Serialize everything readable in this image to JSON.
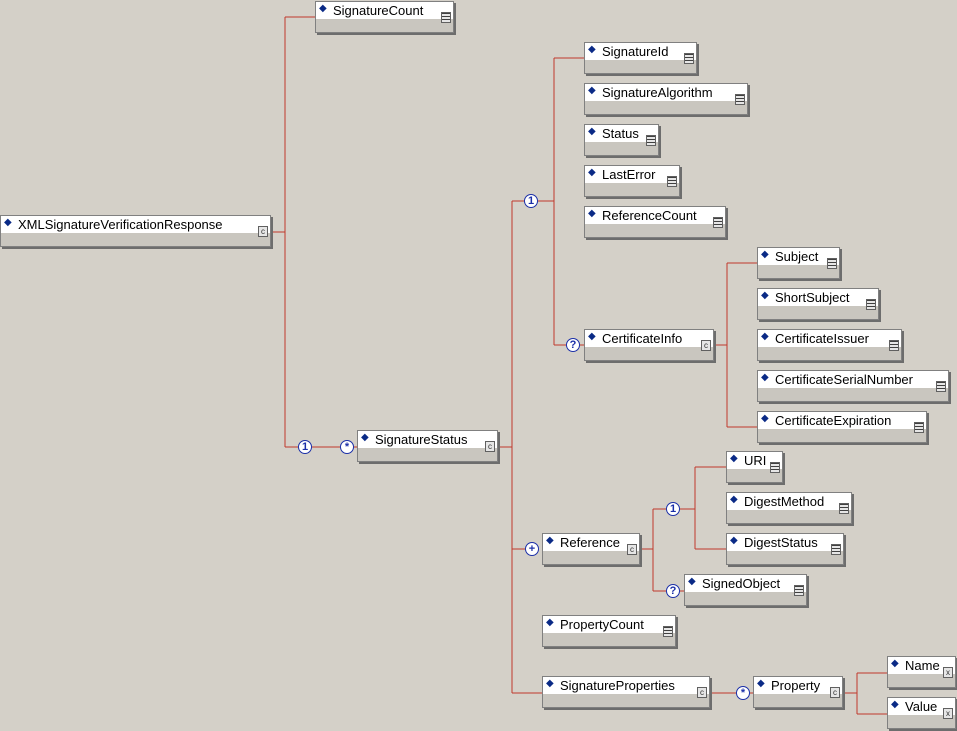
{
  "nodes": {
    "root": "XMLSignatureVerificationResponse",
    "signature_count": "SignatureCount",
    "signature_status": "SignatureStatus",
    "signature_id": "SignatureId",
    "signature_algorithm": "SignatureAlgorithm",
    "status": "Status",
    "last_error": "LastError",
    "reference_count": "ReferenceCount",
    "certificate_info": "CertificateInfo",
    "subject": "Subject",
    "short_subject": "ShortSubject",
    "certificate_issuer": "CertificateIssuer",
    "certificate_serial_number": "CertificateSerialNumber",
    "certificate_expiration": "CertificateExpiration",
    "reference": "Reference",
    "uri": "URI",
    "digest_method": "DigestMethod",
    "digest_status": "DigestStatus",
    "signed_object": "SignedObject",
    "property_count": "PropertyCount",
    "signature_properties": "SignatureProperties",
    "property": "Property",
    "name": "Name",
    "value": "Value"
  },
  "badges": {
    "sequence": "1",
    "optional": "?",
    "many": "*",
    "one_or_more": "+"
  },
  "icons": {
    "complex": "c",
    "simple": "",
    "attribute": "x"
  },
  "colors": {
    "connector": "#c0392b",
    "diamond": "#0a2a86",
    "badge": "#1b2fa8"
  }
}
